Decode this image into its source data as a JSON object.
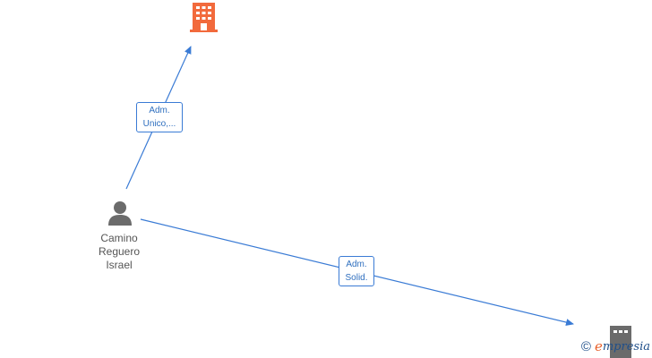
{
  "colors": {
    "edge": "#3a7bd5",
    "company_active": "#f26a3c",
    "company_other": "#6b6b6b",
    "person": "#6b6b6b"
  },
  "nodes": {
    "person": {
      "icon": "person-icon",
      "label_lines": [
        "Camino",
        "Reguero",
        "Israel"
      ]
    },
    "company_top": {
      "icon": "building-icon"
    },
    "company_bottom": {
      "icon": "building-icon"
    }
  },
  "edges": [
    {
      "from": "person",
      "to": "company_top",
      "label_lines": [
        "Adm.",
        "Unico,..."
      ]
    },
    {
      "from": "person",
      "to": "company_bottom",
      "label_lines": [
        "Adm.",
        "Solid."
      ]
    }
  ],
  "brand": {
    "copyright": "©",
    "initial": "e",
    "name": "mpresia"
  }
}
